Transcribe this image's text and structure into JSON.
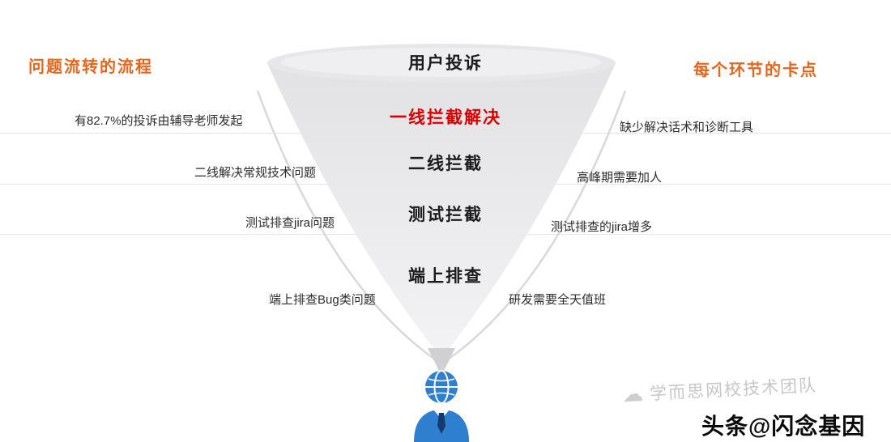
{
  "titles": {
    "left": "问题流转的流程",
    "right": "每个环节的卡点"
  },
  "funnel_levels": [
    {
      "label": "用户投诉",
      "color": "#1b1b1d"
    },
    {
      "label": "一线拦截解决",
      "color": "#dd0000"
    },
    {
      "label": "二线拦截",
      "color": "#1b1b1d"
    },
    {
      "label": "测试拦截",
      "color": "#1b1b1d"
    },
    {
      "label": "端上排查",
      "color": "#1b1b1d"
    }
  ],
  "left_annotations": [
    {
      "text": "有82.7%的投诉由辅导老师发起"
    },
    {
      "text": "二线解决常规技术问题"
    },
    {
      "text": "测试排查jira问题"
    },
    {
      "text": "端上排查Bug类问题"
    }
  ],
  "right_annotations": [
    {
      "text": "缺少解决话术和诊断工具"
    },
    {
      "text": "高峰期需要加人"
    },
    {
      "text": "测试排查的jira增多"
    },
    {
      "text": "研发需要全天值班"
    }
  ],
  "footer": {
    "watermark": "学而思网校技术团队",
    "credit": "头条@闪念基因"
  },
  "icons": {
    "bottom_figure": "globe-person-icon",
    "watermark_logo": "cloud-icon",
    "cloud_glyph": "☁"
  },
  "colors": {
    "accent_orange": "#e8651c",
    "highlight_red": "#dd0000",
    "funnel_gray": "#e7e7ea",
    "divider_gray": "#e4e4e7",
    "icon_blue": "#2e7fd0"
  }
}
